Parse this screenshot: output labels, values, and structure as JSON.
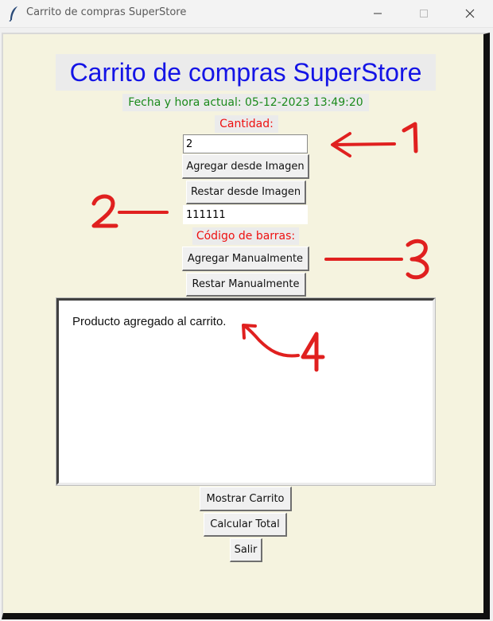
{
  "window": {
    "title": "Carrito de compras SuperStore",
    "controls": [
      "minimize",
      "maximize",
      "close"
    ]
  },
  "app": {
    "heading": "Carrito de compras SuperStore",
    "datetime": "Fecha y hora actual: 05-12-2023 13:49:20",
    "quantity_label": "Cantidad:",
    "quantity_value": "2",
    "barcode_value": "111111",
    "barcode_label": "Código de barras:",
    "buttons": {
      "add_from_image": "Agregar desde Imagen",
      "remove_from_image": "Restar desde Imagen",
      "add_manual": "Agregar Manualmente",
      "remove_manual": "Restar Manualmente",
      "show_cart": "Mostrar Carrito",
      "calc_total": "Calcular Total",
      "exit": "Salir"
    },
    "output_text": "Producto agregado al carrito."
  },
  "annotations": [
    "1",
    "2",
    "3",
    "4"
  ],
  "colors": {
    "frame_bg": "#f5f3df",
    "heading": "#1414e6",
    "datetime": "#1b8a1b",
    "label": "#ee1111",
    "annotation": "#e0201f"
  }
}
